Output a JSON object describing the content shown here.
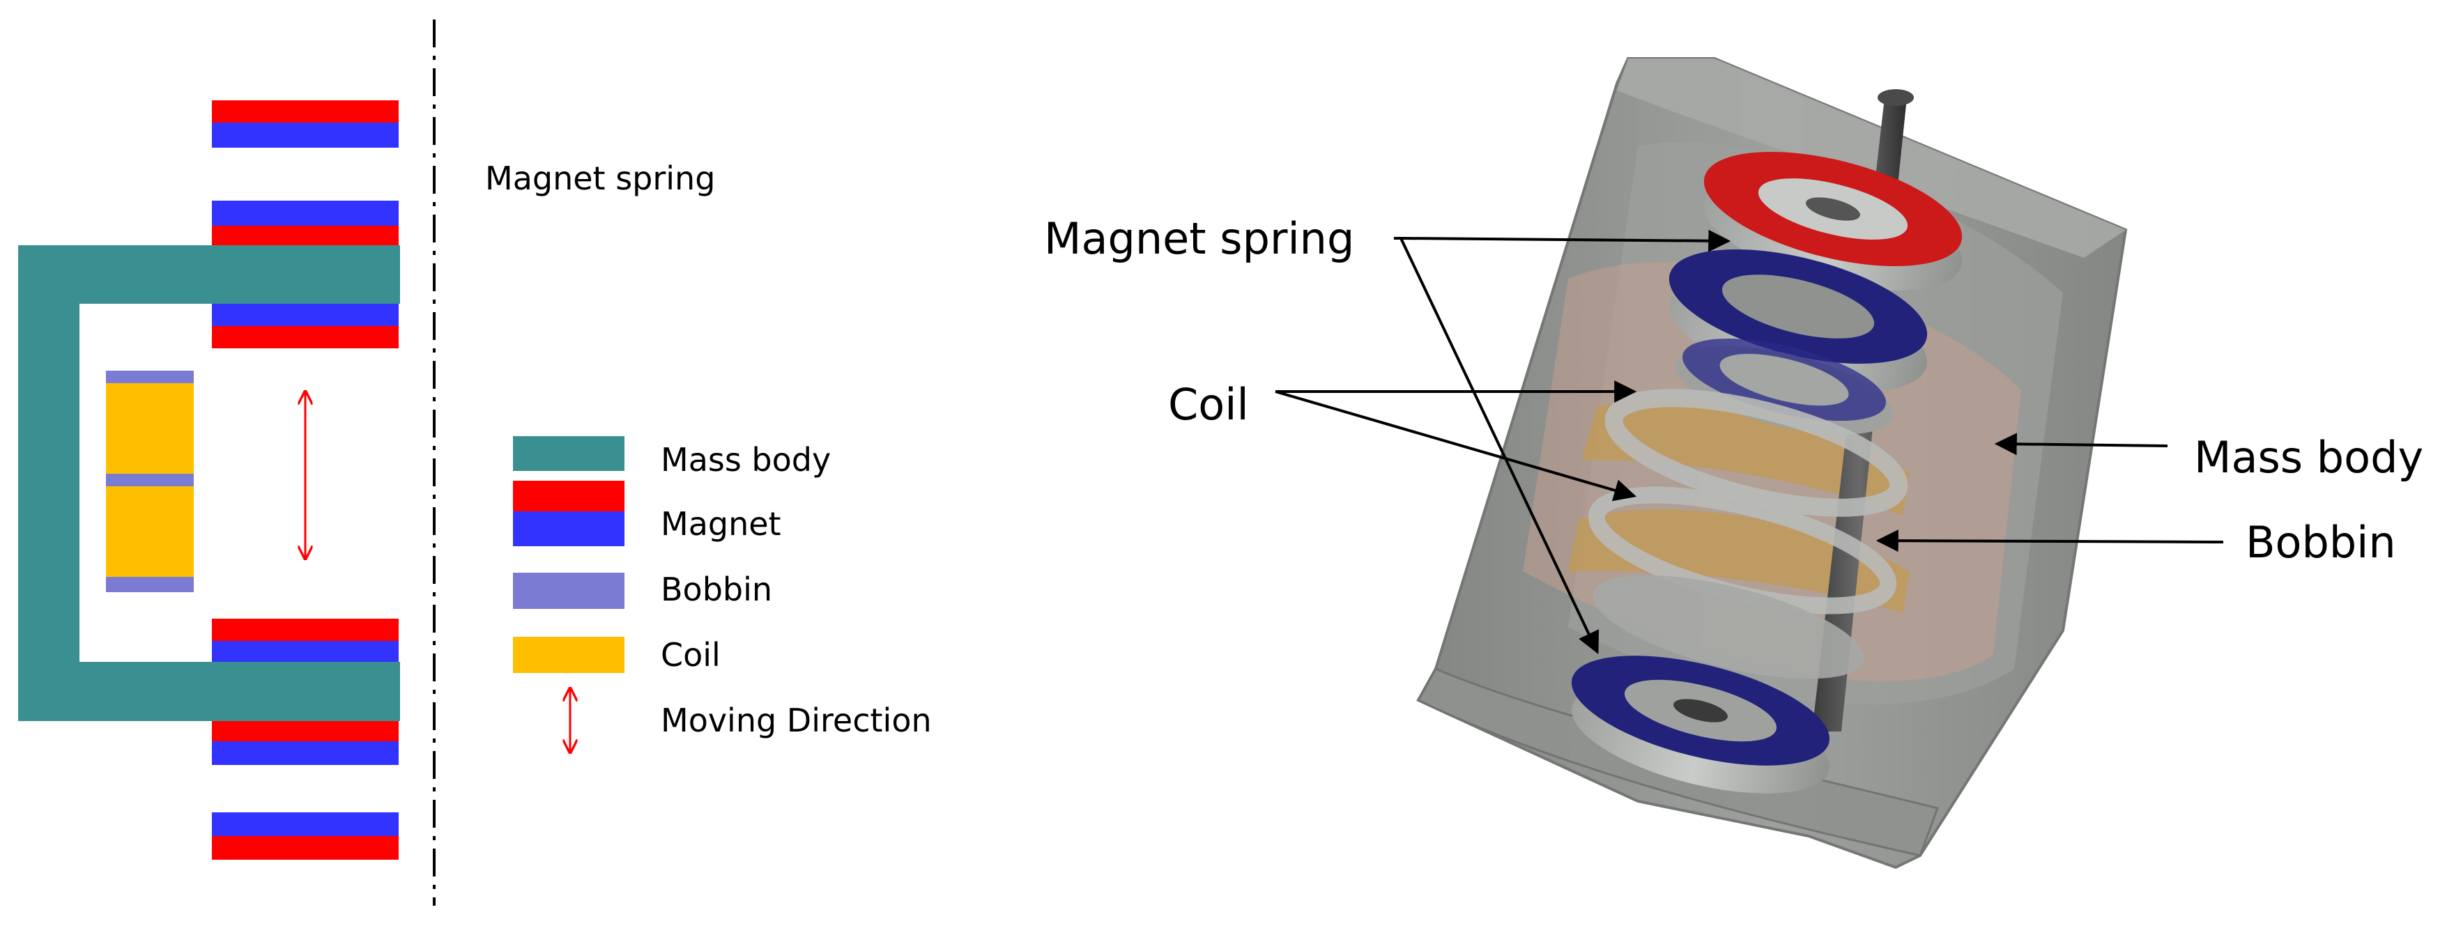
{
  "left_diagram": {
    "top_label": "Magnet spring",
    "legend": [
      {
        "key": "mass_body",
        "label": "Mass body"
      },
      {
        "key": "magnet",
        "label": "Magnet"
      },
      {
        "key": "bobbin",
        "label": "Bobbin"
      },
      {
        "key": "coil",
        "label": "Coil"
      },
      {
        "key": "moving_direction",
        "label": "Moving Direction"
      }
    ]
  },
  "right_diagram": {
    "labels": {
      "magnet_spring": "Magnet spring",
      "coil": "Coil",
      "mass_body": "Mass body",
      "bobbin": "Bobbin"
    }
  },
  "colors": {
    "mass_body": "#3a9090",
    "magnet_red": "#ff0000",
    "magnet_blue": "#3333ff",
    "bobbin": "#7b7bd3",
    "coil": "#ffbf00",
    "arrow": "#ff0000",
    "housing": "#8c8f8c",
    "ring_blue": "#22227a",
    "ring_red": "#cc1a1a"
  }
}
